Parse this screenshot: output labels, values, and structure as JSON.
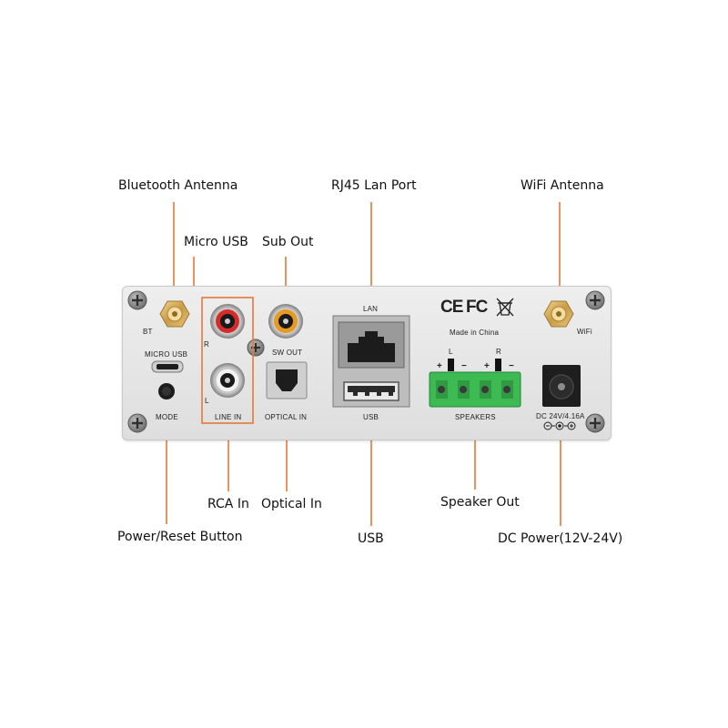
{
  "callouts": {
    "bluetooth_antenna": "Bluetooth Antenna",
    "micro_usb": "Micro USB",
    "sub_out": "Sub Out",
    "rj45_lan_port": "RJ45 Lan Port",
    "wifi_antenna": "WiFi Antenna",
    "rca_in": "RCA In",
    "optical_in": "Optical In",
    "speaker_out": "Speaker Out",
    "power_reset_button": "Power/Reset Button",
    "usb": "USB",
    "dc_power": "DC Power(12V-24V)"
  },
  "panel_labels": {
    "bt": "BT",
    "micro_usb": "MICRO USB",
    "mode": "MODE",
    "r": "R",
    "l": "L",
    "line_in": "LINE IN",
    "sw_out": "SW OUT",
    "optical_in": "OPTICAL IN",
    "lan": "LAN",
    "usb": "USB",
    "ce": "CE",
    "fc": "FC",
    "made_in_china": "Made in China",
    "wifi": "WiFi",
    "speakers": "SPEAKERS",
    "spk_l": "L",
    "spk_r": "R",
    "plus_1": "+",
    "minus_1": "−",
    "plus_2": "+",
    "minus_2": "−",
    "dc_rating": "DC 24V/4.16A"
  },
  "colors": {
    "leader_line": "#e8773a",
    "rca_red": "#d42b2b",
    "rca_orange": "#e69a22",
    "terminal_green": "#3dbb52",
    "antenna_gold": "#d9b25e",
    "panel": "#e6e6e6"
  },
  "icons": [
    "screw-icon",
    "sma-connector-icon",
    "rj45-port-icon",
    "usb-port-icon",
    "rca-jack-icon",
    "optical-port-icon",
    "dc-jack-icon",
    "ce-mark-icon",
    "fc-mark-icon",
    "weee-bin-icon",
    "polarity-symbol-icon"
  ]
}
